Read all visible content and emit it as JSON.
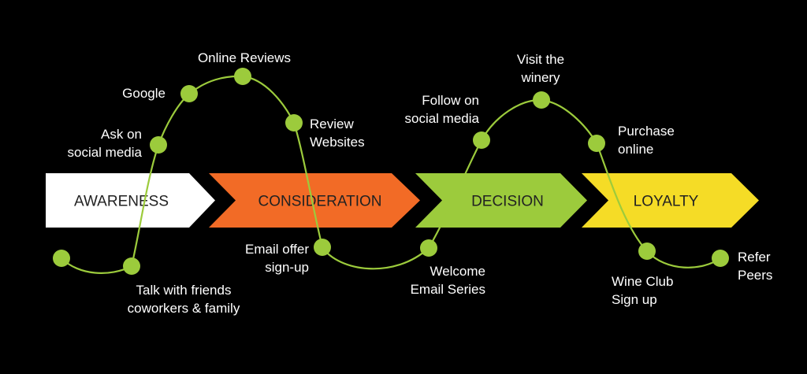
{
  "colors": {
    "background": "#000000",
    "curve": "#9CCB3C",
    "text": "#FFFFFF",
    "stage_text": "#222222"
  },
  "stages": [
    {
      "label": "AWARENESS",
      "color": "#FFFFFF"
    },
    {
      "label": "CONSIDERATION",
      "color": "#F26B26"
    },
    {
      "label": "DECISION",
      "color": "#9CCB3C"
    },
    {
      "label": "LOYALTY",
      "color": "#F5DC26"
    }
  ],
  "touchpoints": [
    {
      "id": "start",
      "lines": []
    },
    {
      "id": "talk-with-friends",
      "lines": [
        "Talk with friends",
        "coworkers & family"
      ]
    },
    {
      "id": "ask-on-social-media",
      "lines": [
        "Ask on",
        "social media"
      ]
    },
    {
      "id": "google",
      "lines": [
        "Google"
      ]
    },
    {
      "id": "online-reviews",
      "lines": [
        "Online Reviews"
      ]
    },
    {
      "id": "review-websites",
      "lines": [
        "Review",
        "Websites"
      ]
    },
    {
      "id": "email-offer-sign-up",
      "lines": [
        "Email offer",
        "sign-up"
      ]
    },
    {
      "id": "welcome-email-series",
      "lines": [
        "Welcome",
        "Email Series"
      ]
    },
    {
      "id": "follow-on-social-media",
      "lines": [
        "Follow on",
        "social media"
      ]
    },
    {
      "id": "visit-the-winery",
      "lines": [
        "Visit the",
        "winery"
      ]
    },
    {
      "id": "purchase-online",
      "lines": [
        "Purchase",
        "online"
      ]
    },
    {
      "id": "wine-club-sign-up",
      "lines": [
        "Wine Club",
        "Sign up"
      ]
    },
    {
      "id": "refer-peers",
      "lines": [
        "Refer",
        "Peers"
      ]
    }
  ]
}
